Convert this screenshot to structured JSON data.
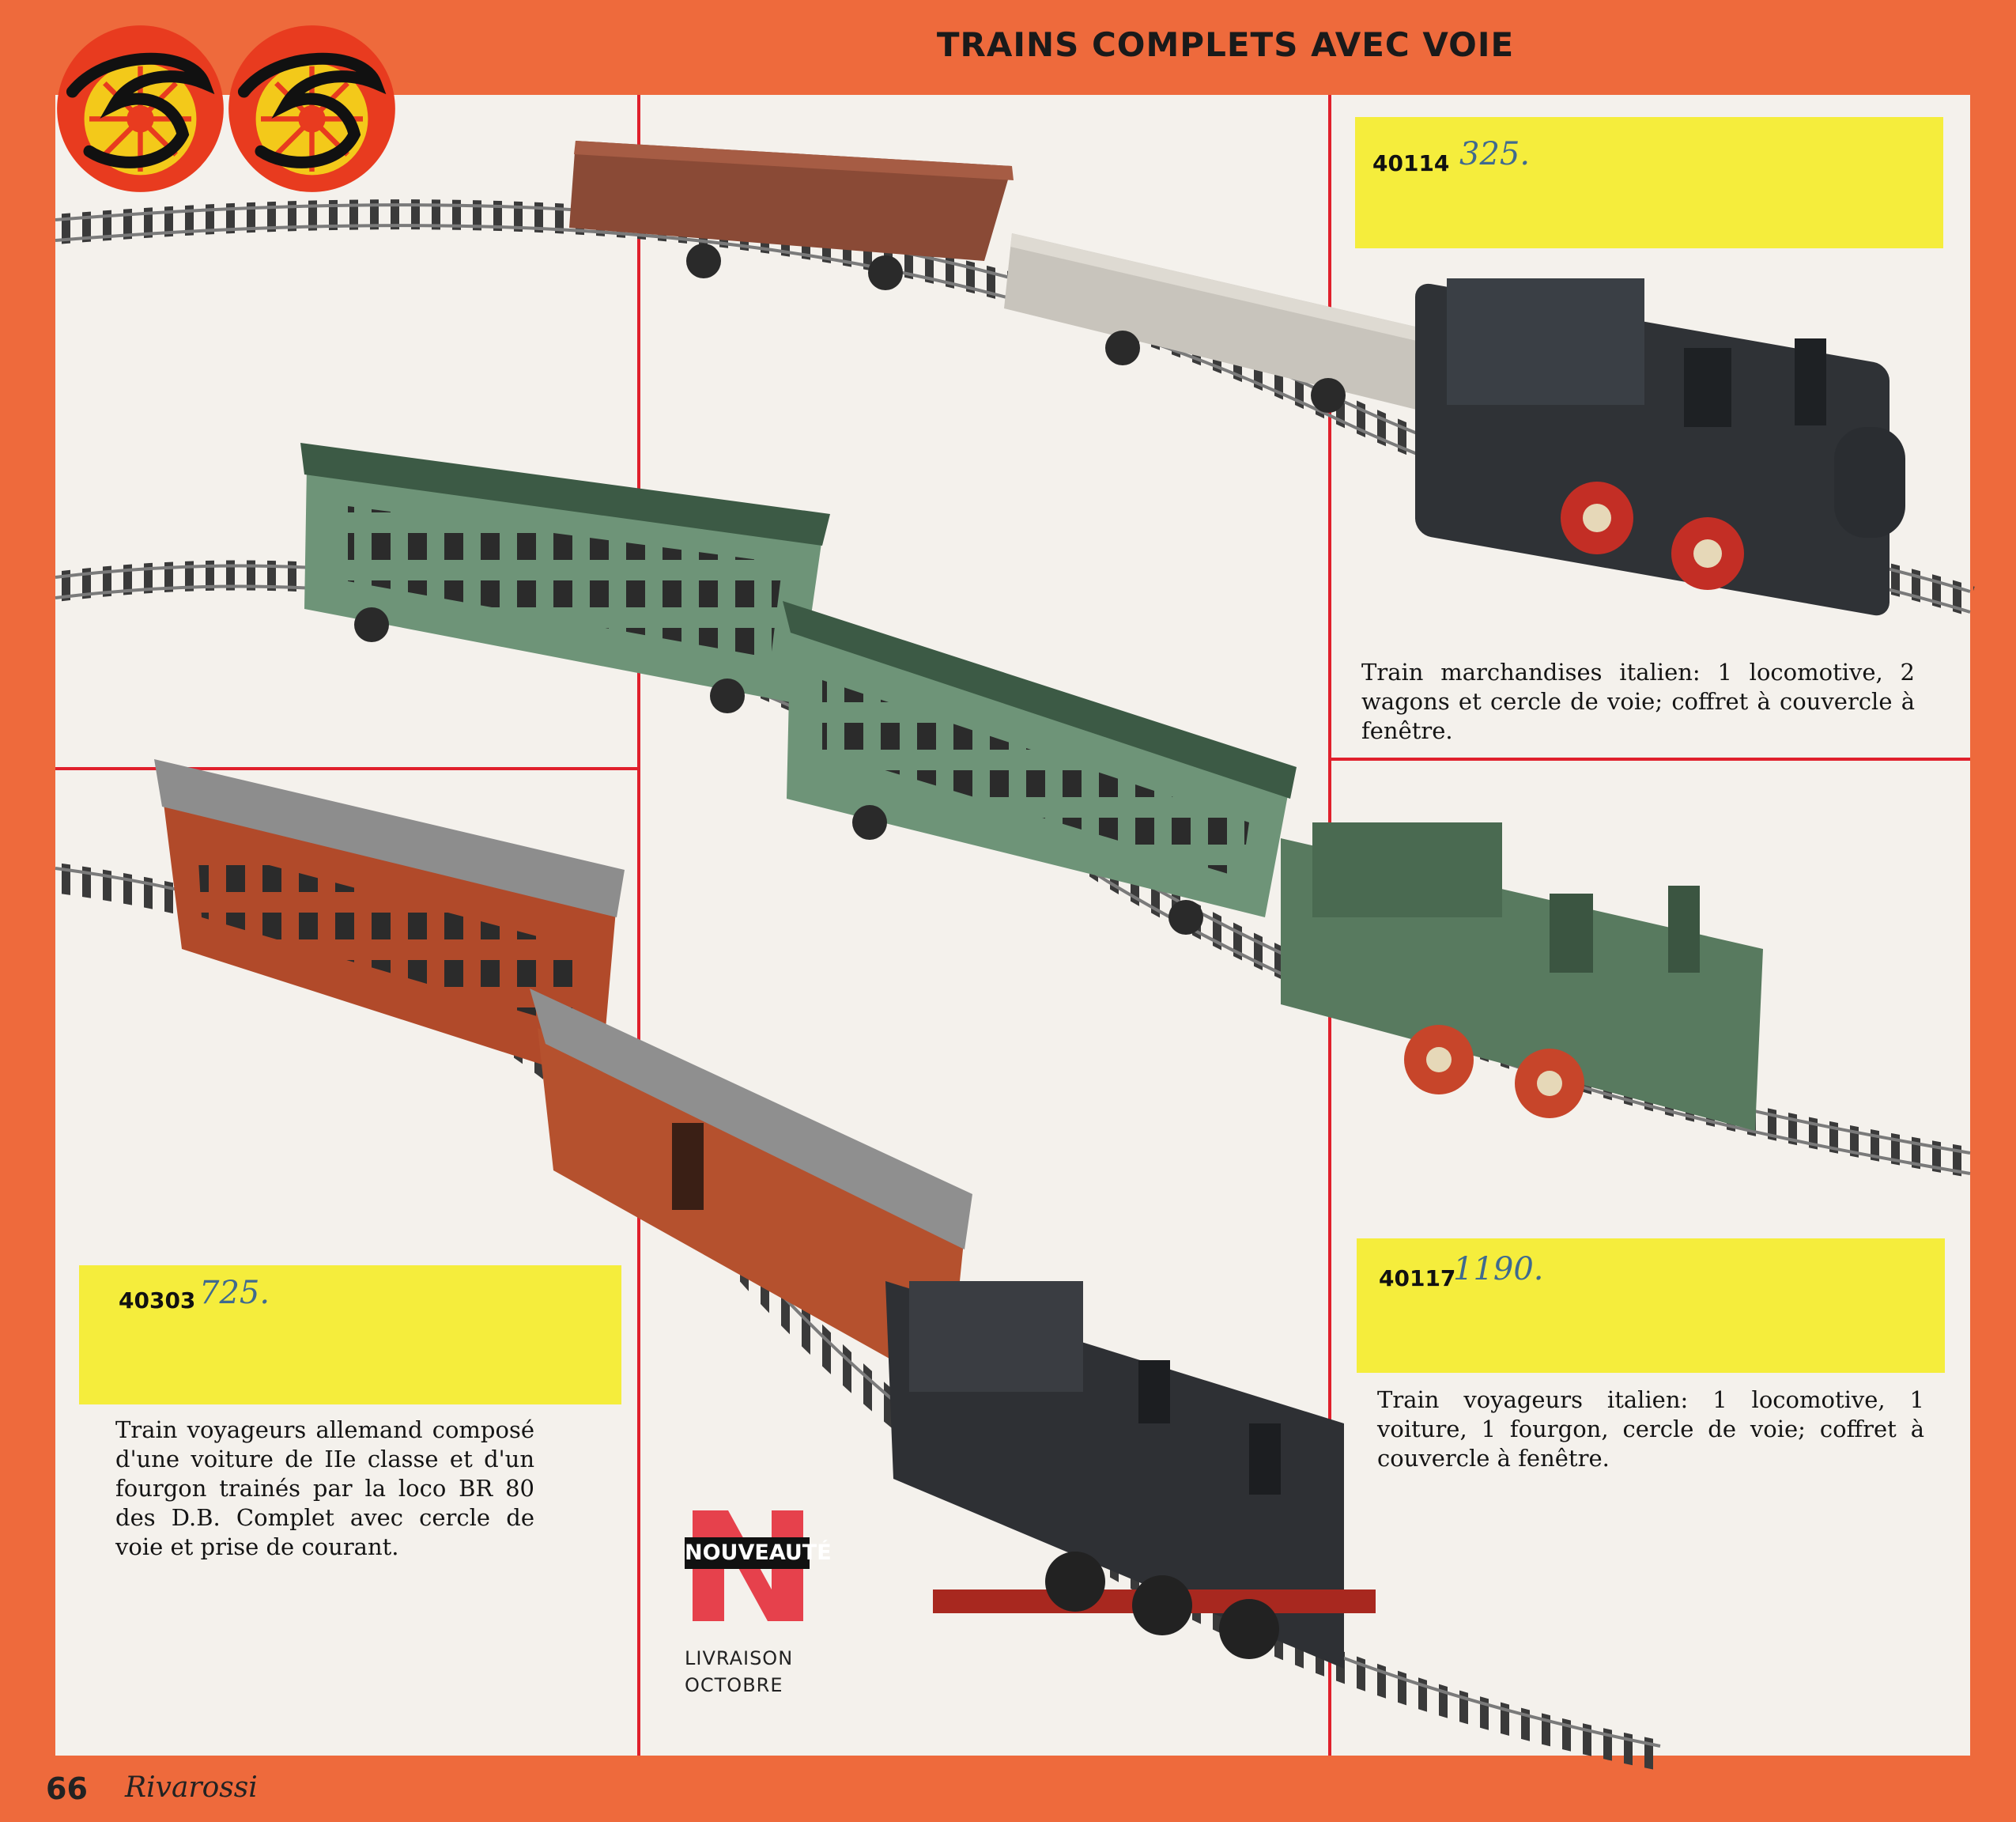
{
  "header": {
    "title": "TRAINS COMPLETS AVEC VOIE"
  },
  "products": [
    {
      "code": "40114",
      "price": "325.",
      "description": "Train marchandises italien: 1 locomotive, 2 wagons et cercle de voie; coffret à couvercle à fenêtre."
    },
    {
      "code": "40117",
      "price": "1190.",
      "description": "Train voyageurs italien: 1 locomotive, 1 voiture, 1 fourgon, cercle de voie; coffret à couvercle à fenêtre."
    },
    {
      "code": "40303",
      "price": "725.",
      "description": "Train voyageurs allemand composé d'une voiture de IIe classe et d'un fourgon trainés par la loco BR 80 des D.B. Complet avec cercle de voie et prise de courant."
    }
  ],
  "badge": {
    "label": "NOUVEAUTÉ",
    "delivery_line1": "LIVRAISON",
    "delivery_line2": "OCTOBRE"
  },
  "footer": {
    "page_number": "66",
    "brand": "Rivarossi"
  },
  "colors": {
    "frame": "#ee6a3c",
    "grid_lines": "#e0202c",
    "price_box": "#f5ed3c",
    "price_ink": "#3f6a8f"
  }
}
